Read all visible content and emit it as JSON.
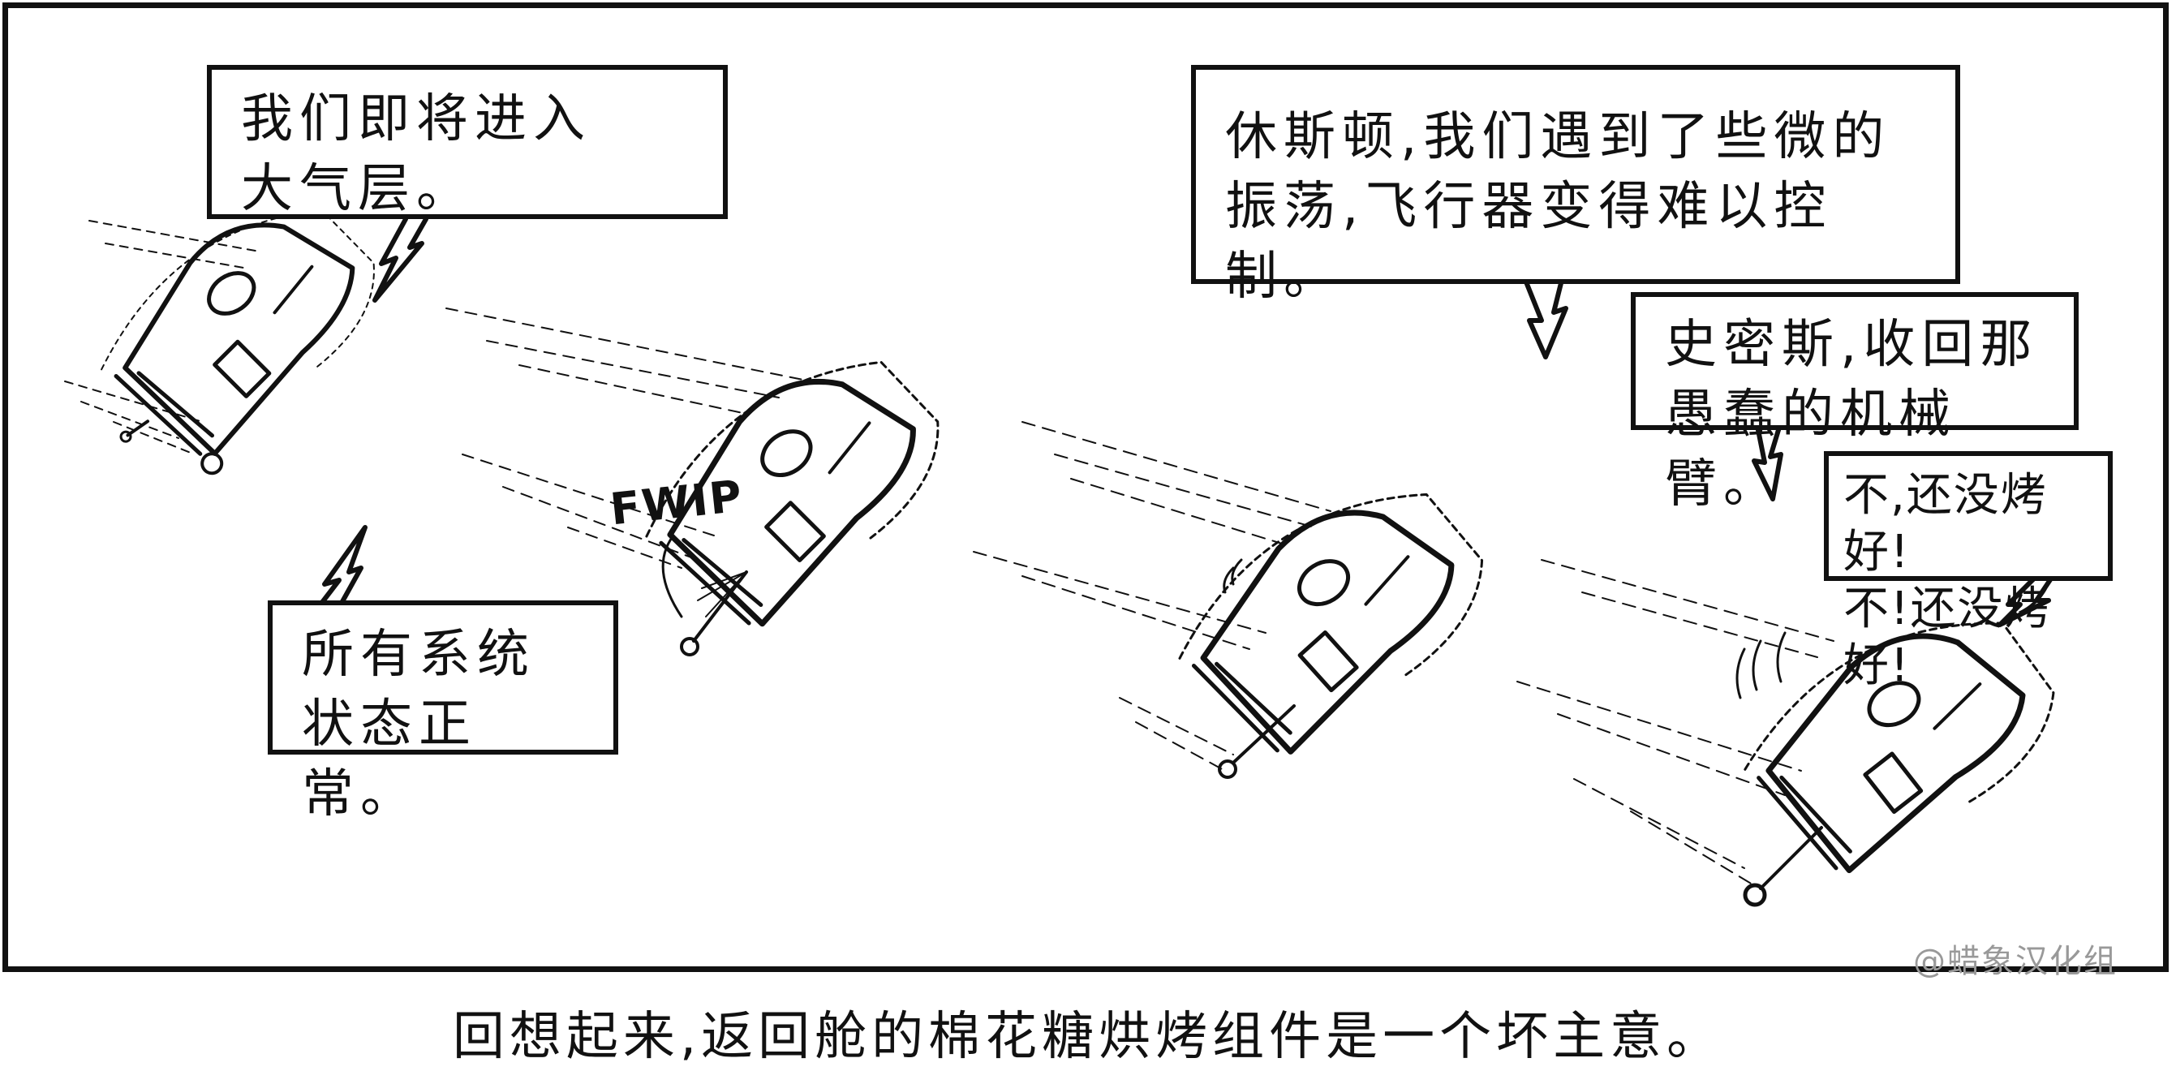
{
  "panel": {
    "bubbles": {
      "entering_atmosphere": "我们即将进入\n大气层。",
      "all_systems_normal": "所有系统\n状态正常。",
      "houston_vibration": "休斯顿,我们遇到了些微的\n振荡,飞行器变得难以控制。",
      "smith_retract_arm": "史密斯,收回那\n愚蠢的机械臂。",
      "not_toasted_yet": "不,还没烤好!\n不!还没烤好!"
    },
    "sound_effect": "FWIP",
    "watermark": "@蜡象汉化组"
  },
  "caption": "回想起来,返回舱的棉花糖烘烤组件是一个坏主意。"
}
